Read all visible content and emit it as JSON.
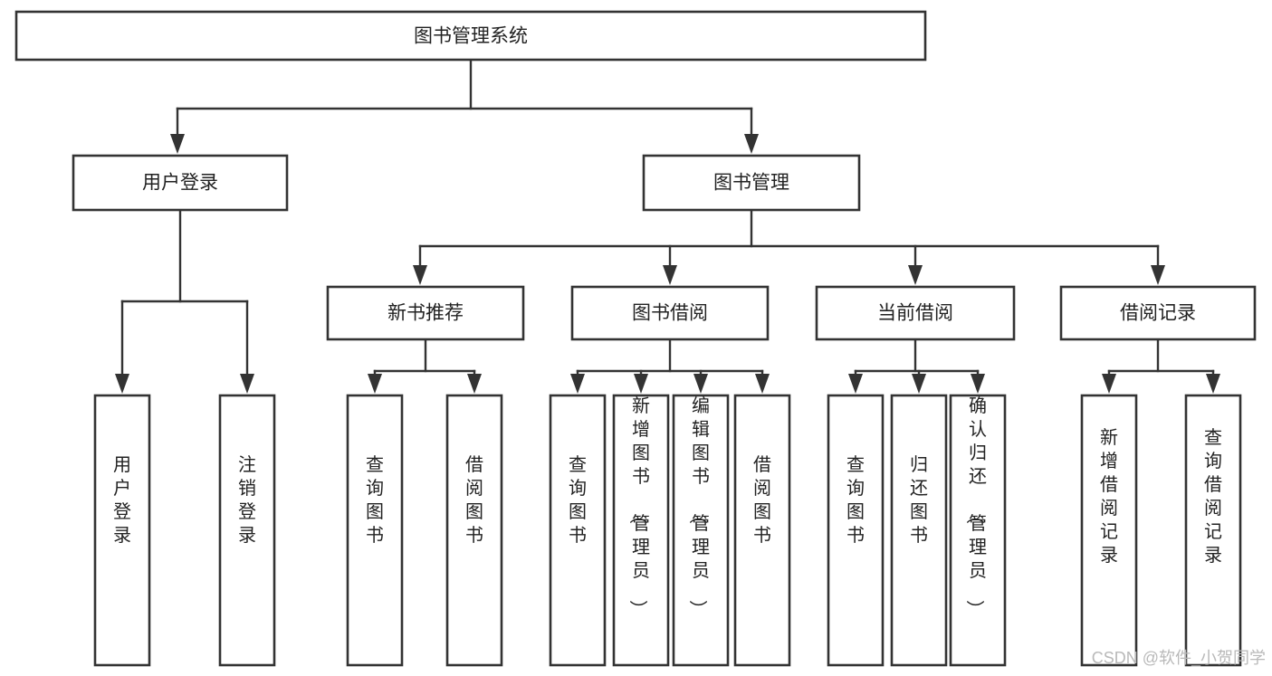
{
  "diagram": {
    "title": "图书管理系统",
    "type": "tree-hierarchy-chart",
    "root": {
      "label": "图书管理系统"
    },
    "level2": [
      {
        "label": "用户登录"
      },
      {
        "label": "图书管理"
      }
    ],
    "level3": [
      {
        "label": "新书推荐"
      },
      {
        "label": "图书借阅"
      },
      {
        "label": "当前借阅"
      },
      {
        "label": "借阅记录"
      }
    ],
    "leaves": {
      "user_login": [
        {
          "label": "用户登录"
        },
        {
          "label": "注销登录"
        }
      ],
      "new_book_recommend": [
        {
          "label": "查询图书"
        },
        {
          "label": "借阅图书"
        }
      ],
      "book_borrow": [
        {
          "label": "查询图书"
        },
        {
          "label": "新增图书（管理员）"
        },
        {
          "label": "编辑图书（管理员）"
        },
        {
          "label": "借阅图书"
        }
      ],
      "current_borrow": [
        {
          "label": "查询图书"
        },
        {
          "label": "归还图书"
        },
        {
          "label": "确认归还（管理员）"
        }
      ],
      "borrow_record": [
        {
          "label": "新增借阅记录"
        },
        {
          "label": "查询借阅记录"
        }
      ]
    }
  },
  "watermark": {
    "text": "CSDN @软件_小贺同学"
  },
  "colors": {
    "stroke": "#333333",
    "box_fill": "#ffffff",
    "text": "#222222",
    "watermark": "#b9b9b9",
    "background": "#ffffff"
  }
}
